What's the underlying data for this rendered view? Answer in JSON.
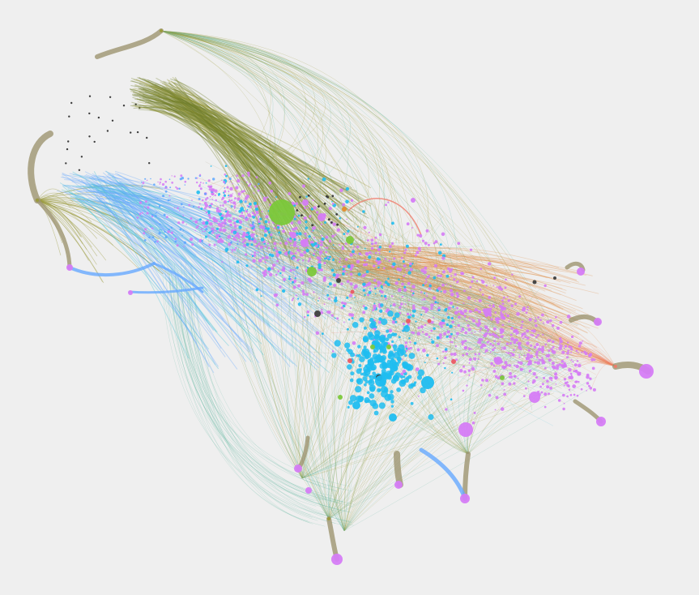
{
  "colors": {
    "background": "#efefef",
    "edge_olive": "#9a9a3a",
    "edge_olive_dark": "#6f7d2a",
    "edge_taupe": "#9d9570",
    "edge_blue": "#67a9ff",
    "edge_cyan": "#3fbfd7",
    "edge_teal": "#5fb7a0",
    "edge_orange": "#e08a3c",
    "edge_salmon": "#f07a6a",
    "node_violet": "#d57cf5",
    "node_violet_dark": "#9a5fa7",
    "node_cyan": "#1fbdf0",
    "node_blue": "#5aa6ff",
    "node_green": "#7bc83a",
    "node_dark": "#3e3e3e",
    "node_orange": "#e58c2b",
    "node_red": "#ea5a62"
  },
  "layers": [
    {
      "name": "edges",
      "color_keys": [
        "edge_olive",
        "edge_olive_dark",
        "edge_taupe",
        "edge_blue",
        "edge_cyan",
        "edge_teal",
        "edge_orange",
        "edge_salmon"
      ]
    },
    {
      "name": "nodes",
      "color_keys": [
        "node_violet",
        "node_cyan",
        "node_blue",
        "node_green",
        "node_dark",
        "node_orange",
        "node_red"
      ]
    }
  ]
}
